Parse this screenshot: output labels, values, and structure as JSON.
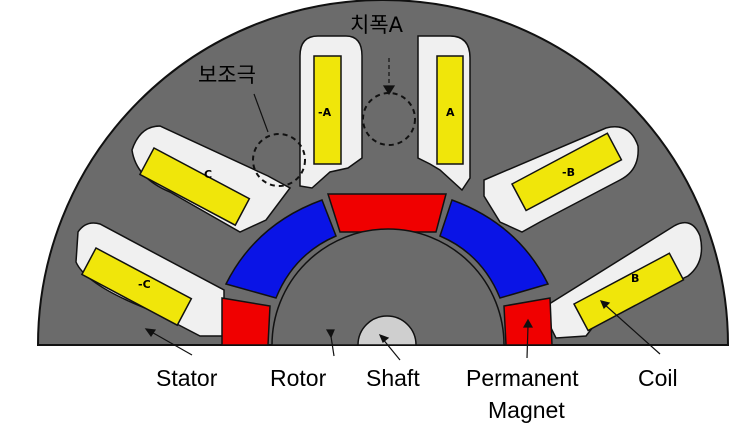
{
  "annotations": {
    "tooth_width": "치폭A",
    "auxiliary_pole": "보조극"
  },
  "coils": [
    {
      "id": "coil-neg-a",
      "label": "-A"
    },
    {
      "id": "coil-a",
      "label": "A"
    },
    {
      "id": "coil-c",
      "label": "C"
    },
    {
      "id": "coil-neg-b",
      "label": "-B"
    },
    {
      "id": "coil-neg-c",
      "label": "-C"
    },
    {
      "id": "coil-b",
      "label": "B"
    }
  ],
  "parts": {
    "stator": "Stator",
    "rotor": "Rotor",
    "shaft": "Shaft",
    "permanent_magnet_line1": "Permanent",
    "permanent_magnet_line2": "Magnet",
    "coil": "Coil"
  },
  "colors": {
    "stator": "#6b6b6b",
    "slot": "#f0f0f0",
    "coil": "#f0e60a",
    "magnet_red": "#f00000",
    "magnet_blue": "#0a14e6",
    "rotor": "#6b6b6b",
    "shaft": "#cfcfcf"
  }
}
